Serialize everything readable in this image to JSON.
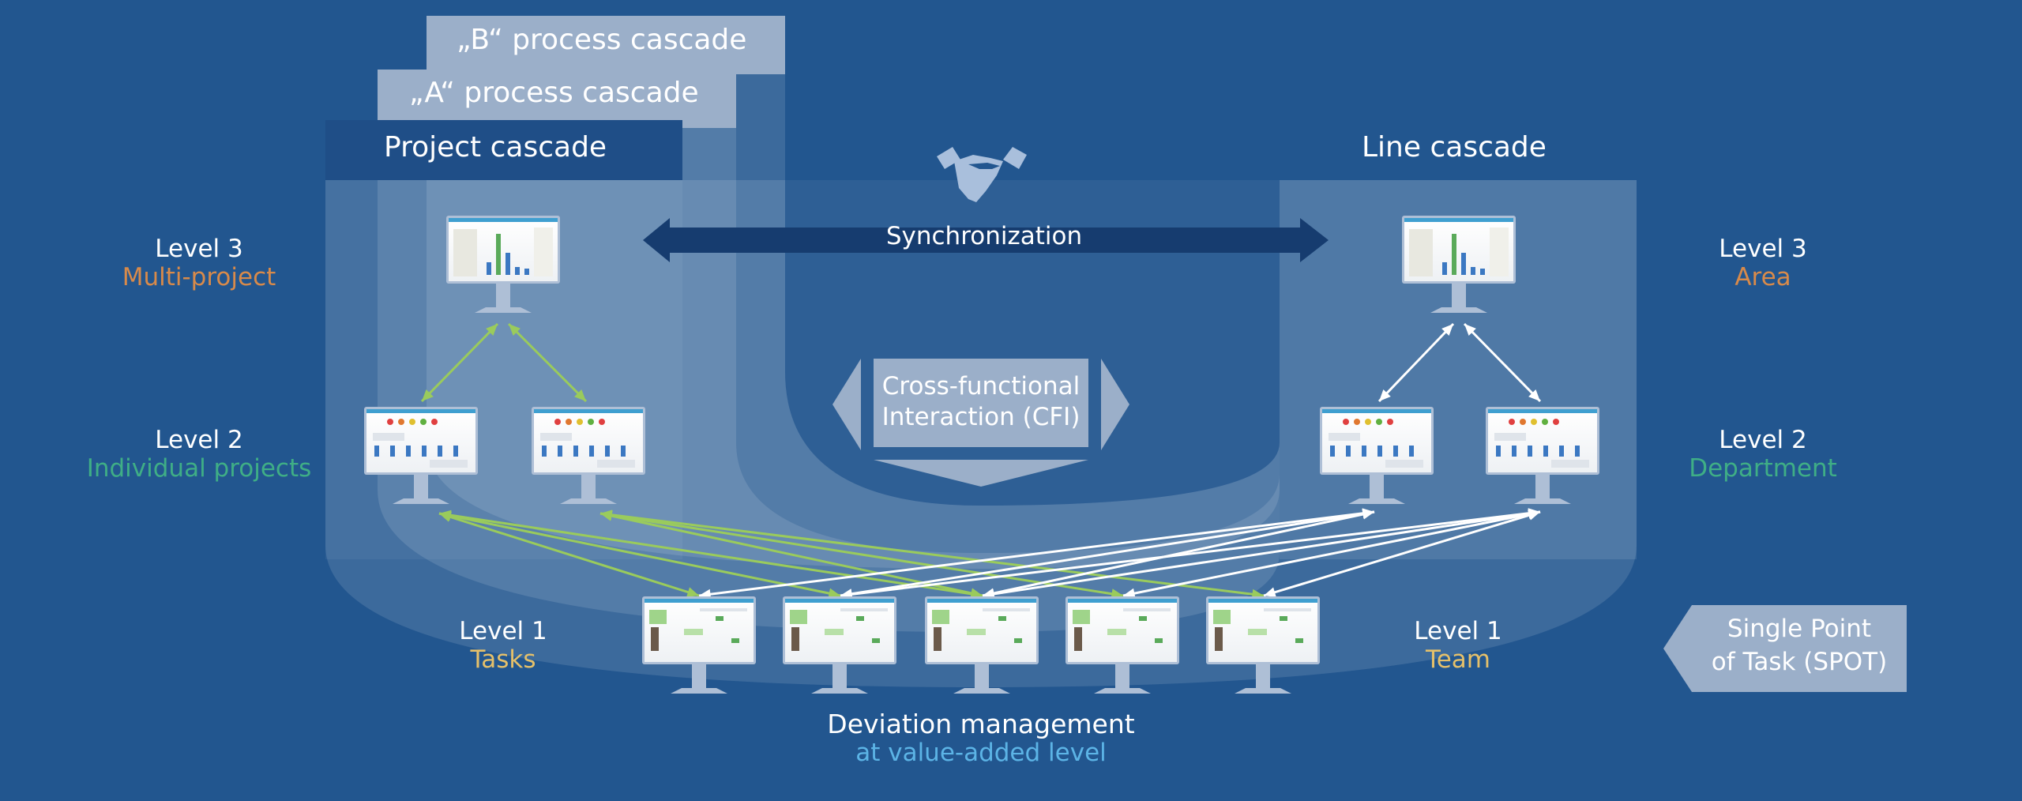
{
  "cascades": {
    "b_process": "„B“ process cascade",
    "a_process": "„A“ process cascade",
    "project": "Project cascade",
    "line": "Line cascade"
  },
  "synchronization": "Synchronization",
  "cfi": [
    "Cross-functional",
    "Interaction (CFI)"
  ],
  "spot": [
    "Single Point",
    "of Task (SPOT)"
  ],
  "levels": {
    "left": [
      {
        "level": "Level 3",
        "label": "Multi-project"
      },
      {
        "level": "Level 2",
        "label": "Individual projects"
      },
      {
        "level": "Level 1",
        "label": "Tasks"
      }
    ],
    "right": [
      {
        "level": "Level 3",
        "label": "Area"
      },
      {
        "level": "Level 2",
        "label": "Department"
      },
      {
        "level": "Level 1",
        "label": "Team"
      }
    ]
  },
  "deviation": {
    "title": "Deviation management",
    "subtitle": "at value-added level"
  },
  "icons": {
    "handshake": "handshake-icon",
    "monitor": "monitor-icon"
  },
  "colors": {
    "background": "#22568f",
    "sync_arrow": "#163c6f",
    "project_arrows": "#9acb5c",
    "line_arrows": "#ffffff",
    "level3_label": "#d88a4a",
    "level2_label": "#3fae86",
    "level1_label": "#e5c06a",
    "deviation_sub": "#5cb4e6"
  }
}
